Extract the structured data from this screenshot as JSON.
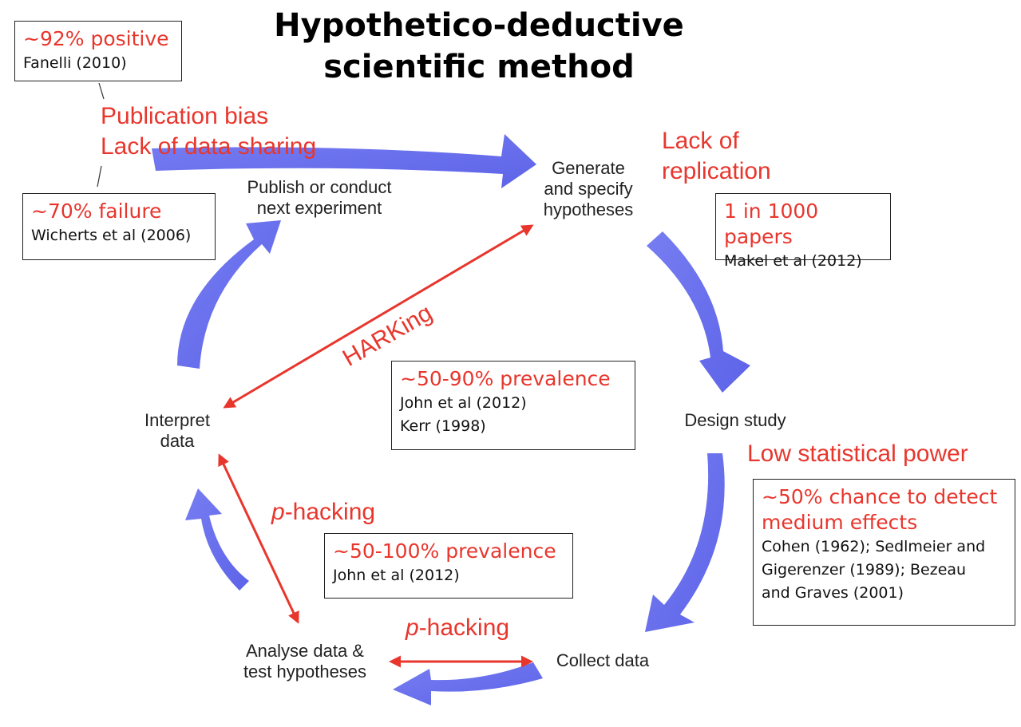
{
  "title": {
    "line1": "Hypothetico-deductive",
    "line2": "scientific method"
  },
  "steps": {
    "generate": {
      "l1": "Generate",
      "l2": "and specify",
      "l3": "hypotheses"
    },
    "design": "Design study",
    "collect": "Collect data",
    "analyse": {
      "l1": "Analyse data &",
      "l2": "test hypotheses"
    },
    "interpret": {
      "l1": "Interpret",
      "l2": "data"
    },
    "publish": {
      "l1": "Publish or conduct",
      "l2": "next experiment"
    }
  },
  "issues": {
    "pub_bias": "Publication bias",
    "data_sharing": "Lack of data sharing",
    "lack_of": "Lack of",
    "replication": "replication",
    "harking": "HARKing",
    "low_power": "Low statistical power",
    "phack1_p": "p",
    "phack1_rest": "-hacking",
    "phack2_p": "p",
    "phack2_rest": "-hacking"
  },
  "boxes": {
    "positive": {
      "headline": "~92% positive",
      "cite": "Fanelli (2010)"
    },
    "failure": {
      "headline": "~70% failure",
      "cite": "Wicherts et al (2006)"
    },
    "replication": {
      "headline": "1 in 1000 papers",
      "cite": "Makel et al (2012)"
    },
    "harking": {
      "headline": "~50-90% prevalence",
      "cite1": "John et al (2012)",
      "cite2": "Kerr (1998)"
    },
    "power": {
      "headline1": "~50% chance to detect",
      "headline2": "medium effects",
      "cite1": "Cohen (1962); Sedlmeier and",
      "cite2": "Gigerenzer (1989); Bezeau",
      "cite3": "and Graves (2001)"
    },
    "phacking": {
      "headline": "~50-100% prevalence",
      "cite": "John et al (2012)"
    }
  },
  "colors": {
    "cycle_arrow": "#5c63ec",
    "issue_text": "#e8362d",
    "issue_arrow": "#e8362d",
    "box_border": "#222222"
  }
}
